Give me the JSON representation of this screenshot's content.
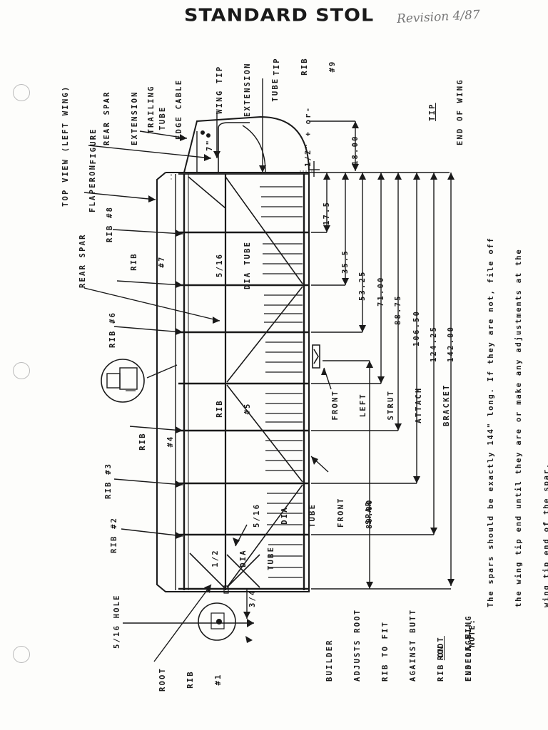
{
  "header": {
    "title": "STANDARD STOL",
    "handwritten_note": "Revision 4/87"
  },
  "labels": {
    "figure_title": [
      "TOP VIEW (LEFT WING)",
      "FIGURE"
    ],
    "rear_spar_extension_tube": [
      "REAR SPAR",
      "EXTENSION",
      "TUBE"
    ],
    "trailing_edge_cable": [
      "TRAILING",
      "EDGE CABLE"
    ],
    "wing_tip_extension_tube": [
      "WING TIP",
      "EXTENSION",
      "TUBE"
    ],
    "tip_rib_9": [
      "TIP",
      "RIB",
      "#9"
    ],
    "tip_end_of_wing": [
      "TIP",
      "END OF WING"
    ],
    "flaperon": "FLAPERON",
    "rib_8": [
      "RIB #8"
    ],
    "rear_spar": "REAR SPAR",
    "rib_7": [
      "RIB",
      "#7"
    ],
    "rib_6": "RIB #6",
    "rib_5": [
      "RIB",
      "#5"
    ],
    "rib_4": [
      "RIB",
      "#4"
    ],
    "rib_3": "RIB #3",
    "rib_2": "RIB #2",
    "root_rib_1": [
      "ROOT",
      "RIB",
      "#1"
    ],
    "hole_5_16": "5/16 HOLE",
    "tube_5_16_upper": [
      "5/16",
      "DIA TUBE"
    ],
    "tube_5_16_lower": [
      "5/16",
      "DIA",
      "TUBE"
    ],
    "tube_1_2": [
      "1/2",
      "DIA",
      "TUBE"
    ],
    "dim_7": "7\"",
    "dim_half_plus_minus": "1/2\" + or-",
    "dim_3_4": "3/4",
    "front_left_strut": [
      "FRONT",
      "LEFT",
      "STRUT",
      "ATTACH",
      "BRACKET"
    ],
    "front_spar": [
      "FRONT",
      "SPAR"
    ],
    "builder_note": [
      "BUILDER",
      "ADJUSTS ROOT",
      "RIB TO FIT",
      "AGAINST BUTT",
      "RIB ON",
      "FUSELAGE."
    ],
    "root_end_of_wing": [
      "ROOT",
      "END OF WING"
    ]
  },
  "dimensions": [
    "17.5",
    "35.5",
    "53.25",
    "71.00",
    "88.75",
    "106.50",
    "124.25",
    "142.00",
    "18.00",
    "80.00"
  ],
  "note": {
    "label": "NOTE:",
    "lines": [
      "The spars should be exactly 144\" long. If they are not, file off",
      "the wing tip end until they are or make any adjustments at the",
      "wing tip end of the spar."
    ]
  }
}
